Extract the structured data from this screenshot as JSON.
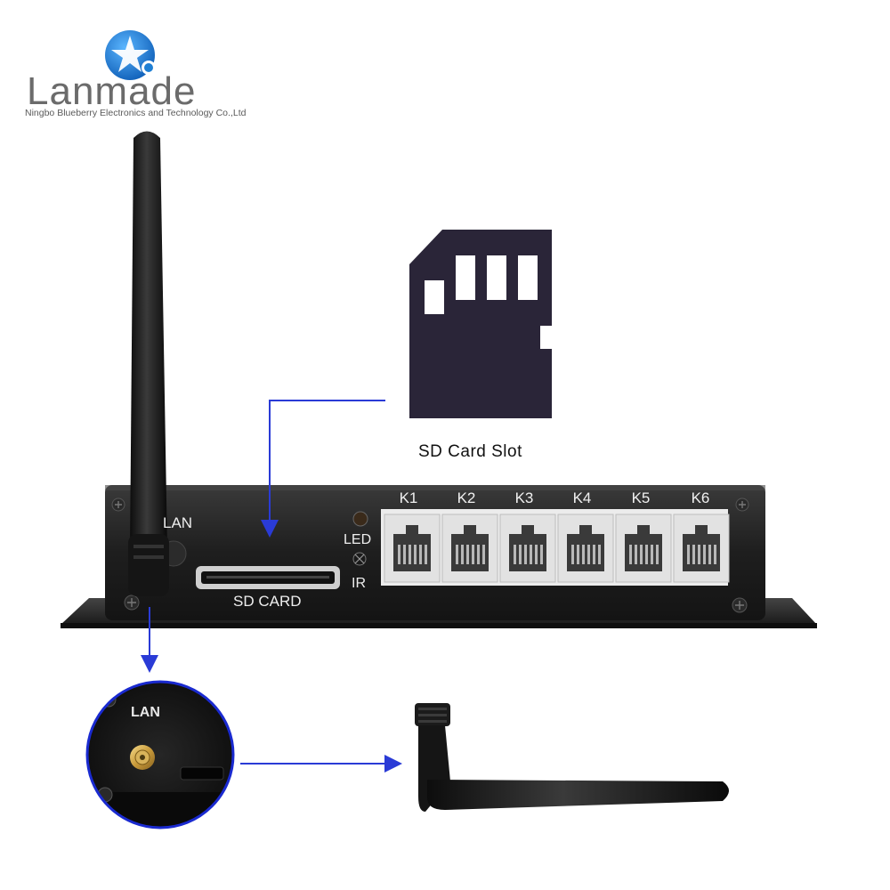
{
  "logo": {
    "wordmark": "Lanmade",
    "company": "Ningbo Blueberry Electronics and Technology Co.,Ltd",
    "colors": {
      "star_blue": "#1f7fd4",
      "text_gray": "#6b6b6b"
    }
  },
  "sd_card": {
    "icon": "sd-card-icon",
    "caption": "SD Card Slot",
    "color": "#2a2538"
  },
  "device": {
    "lan_label": "LAN",
    "led_label": "LED",
    "ir_label": "IR",
    "sd_slot_label": "SD CARD",
    "ports": [
      "K1",
      "K2",
      "K3",
      "K4",
      "K5",
      "K6"
    ],
    "body_color": "#1c1c1c"
  },
  "inset": {
    "lan_label": "LAN"
  },
  "callouts": {
    "line_color": "#2a3bd6"
  }
}
